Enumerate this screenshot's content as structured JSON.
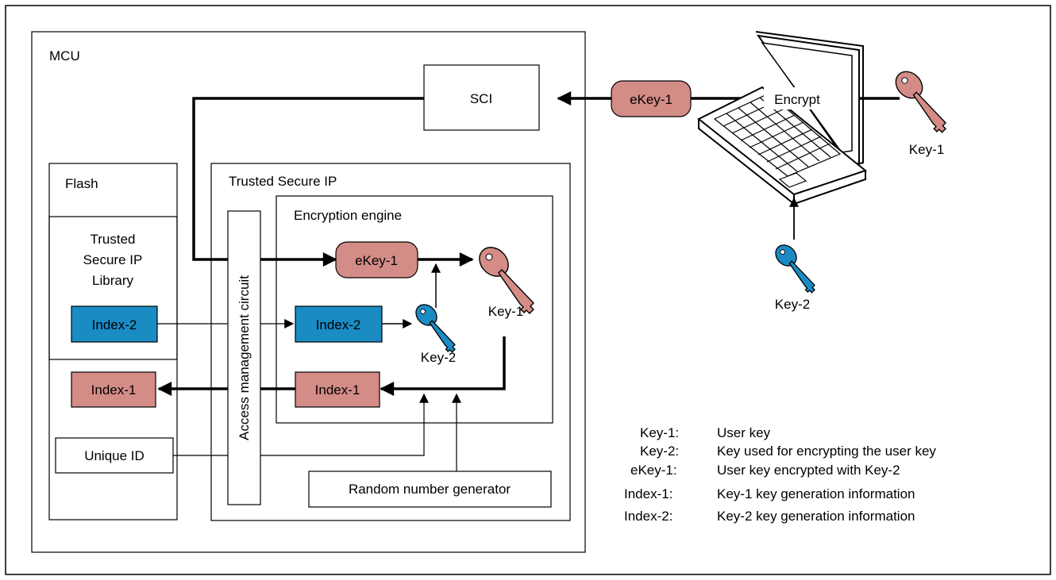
{
  "mcu": {
    "label": "MCU",
    "sci_label": "SCI",
    "flash_label": "Flash",
    "library_line1": "Trusted",
    "library_line2": "Secure IP",
    "library_line3": "Library",
    "index2_label": "Index-2",
    "index1_label": "Index-1",
    "unique_id_label": "Unique ID"
  },
  "tsip": {
    "label": "Trusted Secure IP",
    "access_label": "Access management circuit",
    "engine_label": "Encryption engine",
    "ekey_label": "eKey-1",
    "index2_label": "Index-2",
    "index1_label": "Index-1",
    "key1_label": "Key-1",
    "key2_label": "Key-2",
    "rng_label": "Random number generator"
  },
  "external": {
    "ekey_label": "eKey-1",
    "encrypt_label": "Encrypt",
    "key1_label": "Key-1",
    "key2_label": "Key-2"
  },
  "legend": [
    {
      "term": "Key-1:",
      "desc": "User key"
    },
    {
      "term": "Key-2:",
      "desc": "Key used for encrypting the user key"
    },
    {
      "term": "eKey-1:",
      "desc": "User key encrypted with Key-2"
    },
    {
      "term": "Index-1:",
      "desc": "Key-1 key generation information"
    },
    {
      "term": "Index-2:",
      "desc": "Key-2 key generation information"
    }
  ],
  "colors": {
    "ekey_fill": "#d48c86",
    "index1_fill": "#d48c86",
    "index2_fill": "#1b8bc4",
    "key1_color": "#d48c86",
    "key2_color": "#1b8bc4"
  }
}
